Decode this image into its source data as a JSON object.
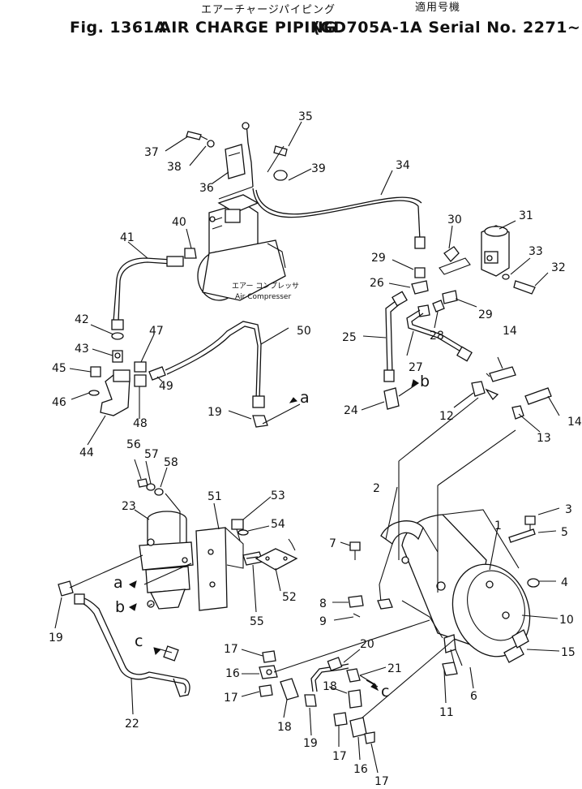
{
  "header": {
    "jp_title": "エアーチャージパイピング",
    "jp_applicable": "適用号機",
    "fig_label": "Fig. 1361A",
    "title": "AIR CHARGE PIPING",
    "model_serial": "(GD705A-1A Serial No. 2271~)"
  },
  "compressor_label": {
    "jp": "エアー コンプレッサ",
    "en": "Air Compresser"
  },
  "part_numbers": [
    "1",
    "2",
    "3",
    "4",
    "5",
    "6",
    "7",
    "8",
    "9",
    "10",
    "11",
    "12",
    "13",
    "14",
    "14",
    "15",
    "16",
    "16",
    "17",
    "17",
    "17",
    "17",
    "18",
    "18",
    "19",
    "19",
    "19",
    "20",
    "21",
    "22",
    "23",
    "24",
    "25",
    "26",
    "27",
    "28",
    "29",
    "29",
    "30",
    "31",
    "32",
    "33",
    "34",
    "35",
    "36",
    "37",
    "38",
    "39",
    "40",
    "41",
    "42",
    "43",
    "44",
    "45",
    "46",
    "47",
    "48",
    "49",
    "50",
    "51",
    "52",
    "53",
    "54",
    "55",
    "56",
    "57",
    "58"
  ],
  "connection_letters": [
    "a",
    "b",
    "a",
    "b",
    "c",
    "c"
  ]
}
